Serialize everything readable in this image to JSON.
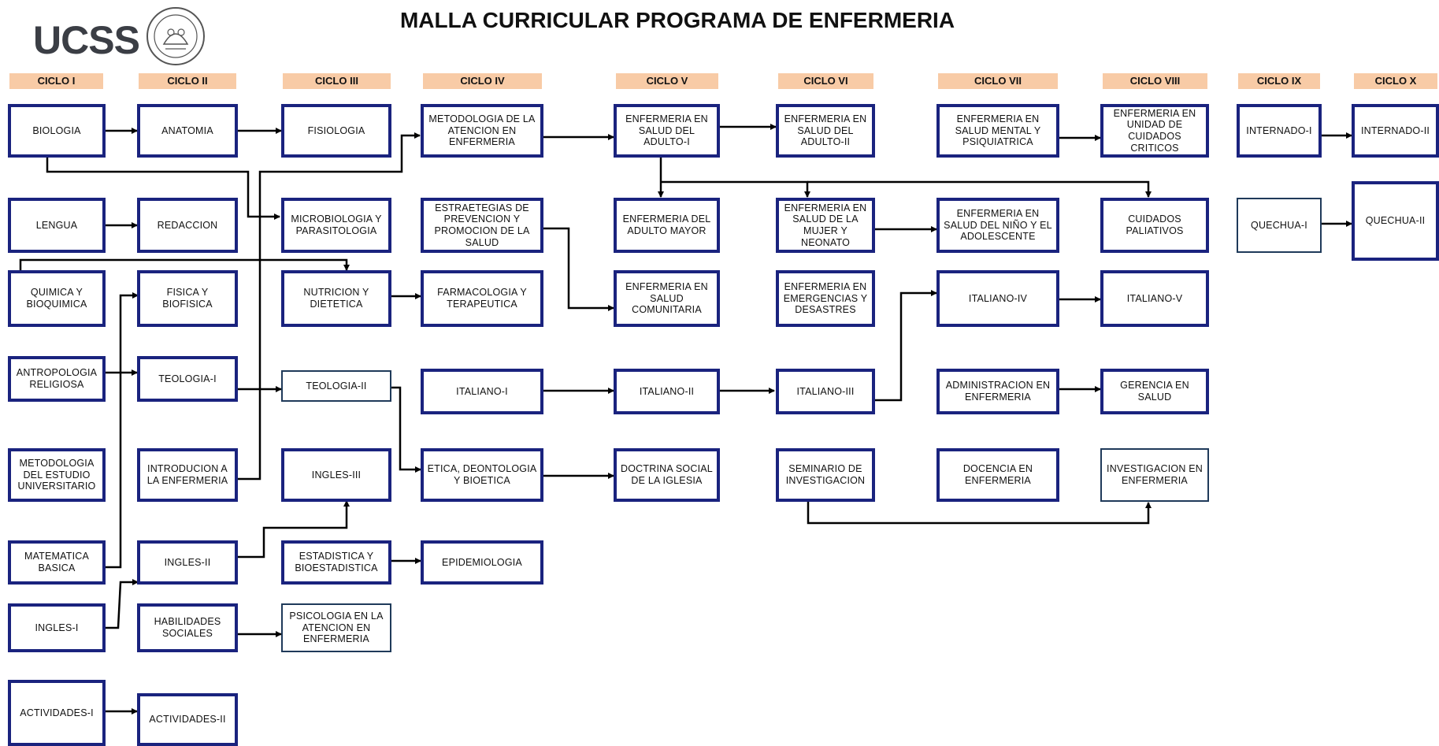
{
  "header": {
    "logo_text": "UCSS",
    "title": "MALLA CURRICULAR PROGRAMA DE ENFERMERIA"
  },
  "cycles": [
    "CICLO I",
    "CICLO II",
    "CICLO III",
    "CICLO IV",
    "CICLO V",
    "CICLO VI",
    "CICLO VII",
    "CICLO VIII",
    "CICLO IX",
    "CICLO X"
  ],
  "courses": {
    "biologia": "BIOLOGIA",
    "lengua": "LENGUA",
    "quimica": "QUIMICA Y BIOQUIMICA",
    "antropologia": "ANTROPOLOGIA RELIGIOSA",
    "metodologia_estudio": "METODOLOGIA DEL ESTUDIO UNIVERSITARIO",
    "matematica": "MATEMATICA BASICA",
    "ingles1": "INGLES-I",
    "actividades1": "ACTIVIDADES-I",
    "anatomia": "ANATOMIA",
    "redaccion": "REDACCION",
    "fisica": "FISICA Y BIOFISICA",
    "teologia1": "TEOLOGIA-I",
    "introduccion": "INTRODUCION A LA ENFERMERIA",
    "ingles2": "INGLES-II",
    "habilidades": "HABILIDADES SOCIALES",
    "actividades2": "ACTIVIDADES-II",
    "fisiologia": "FISIOLOGIA",
    "microbiologia": "MICROBIOLOGIA Y PARASITOLOGIA",
    "nutricion": "NUTRICION Y DIETETICA",
    "teologia2": "TEOLOGIA-II",
    "ingles3": "INGLES-III",
    "estadistica": "ESTADISTICA Y BIOESTADISTICA",
    "psicologia": "PSICOLOGIA EN LA ATENCION EN ENFERMERIA",
    "metodologia_atencion": "METODOLOGIA DE LA ATENCION EN ENFERMERIA",
    "estrategias": "ESTRAETEGIAS DE PREVENCION Y PROMOCION DE LA SALUD",
    "farmacologia": "FARMACOLOGIA Y TERAPEUTICA",
    "italiano1": "ITALIANO-I",
    "etica": "ETICA, DEONTOLOGIA Y BIOETICA",
    "epidemiologia": "EPIDEMIOLOGIA",
    "adulto1": "ENFERMERIA EN SALUD DEL ADULTO-I",
    "adulto_mayor": "ENFERMERIA DEL ADULTO MAYOR",
    "comunitaria": "ENFERMERIA EN SALUD COMUNITARIA",
    "italiano2": "ITALIANO-II",
    "doctrina": "DOCTRINA SOCIAL DE LA IGLESIA",
    "adulto2": "ENFERMERIA EN SALUD DEL ADULTO-II",
    "mujer": "ENFERMERIA EN SALUD DE LA MUJER Y NEONATO",
    "emergencias": "ENFERMERIA EN EMERGENCIAS Y DESASTRES",
    "italiano3": "ITALIANO-III",
    "seminario": "SEMINARIO DE INVESTIGACION",
    "mental": "ENFERMERIA EN SALUD MENTAL Y PSIQUIATRICA",
    "nino": "ENFERMERIA EN SALUD DEL NIÑO Y EL ADOLESCENTE",
    "italiano4": "ITALIANO-IV",
    "administracion": "ADMINISTRACION EN ENFERMERIA",
    "docencia": "DOCENCIA EN ENFERMERIA",
    "cuidados_criticos": "ENFERMERIA EN UNIDAD DE CUIDADOS CRITICOS",
    "paliativos": "CUIDADOS PALIATIVOS",
    "italiano5": "ITALIANO-V",
    "gerencia": "GERENCIA EN SALUD",
    "investigacion": "INVESTIGACION EN ENFERMERIA",
    "internado1": "INTERNADO-I",
    "quechua1": "QUECHUA-I",
    "internado2": "INTERNADO-II",
    "quechua2": "QUECHUA-II"
  },
  "colors": {
    "box_border": "#1a237e",
    "cycle_fill": "#f8cba6",
    "connector": "#000000"
  }
}
